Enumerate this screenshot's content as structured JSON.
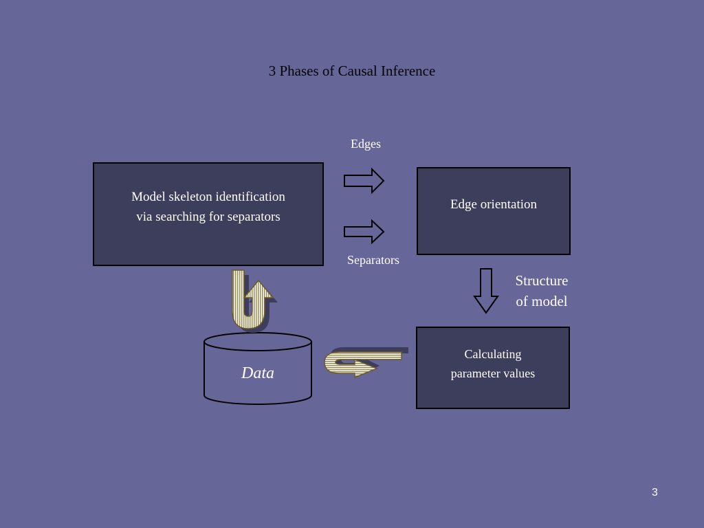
{
  "slide": {
    "title": "3 Phases of Causal Inference",
    "page_number": "3"
  },
  "diagram": {
    "nodes": {
      "skeleton": {
        "line1": "Model skeleton identification",
        "line2": "via searching for separators"
      },
      "orientation": {
        "label": "Edge orientation"
      },
      "calculation": {
        "line1": "Calculating",
        "line2": "parameter values"
      },
      "data": {
        "label": "Data"
      }
    },
    "edge_labels": {
      "edges": "Edges",
      "separators": "Separators",
      "structure_line1": "Structure",
      "structure_line2": "of model"
    }
  },
  "colors": {
    "background": "#666699",
    "box_fill": "#3d3d5c",
    "box_border": "#000000",
    "cylinder_fill": "#666699",
    "striped_arrow": "#d8c89a"
  },
  "icons": {
    "edges_arrow": "right-arrow-outline",
    "separators_arrow": "right-arrow-outline",
    "structure_arrow": "down-arrow-outline",
    "data_loop_arrow": "u-turn-arrow-striped",
    "return_arrow": "hook-arrow-striped"
  }
}
